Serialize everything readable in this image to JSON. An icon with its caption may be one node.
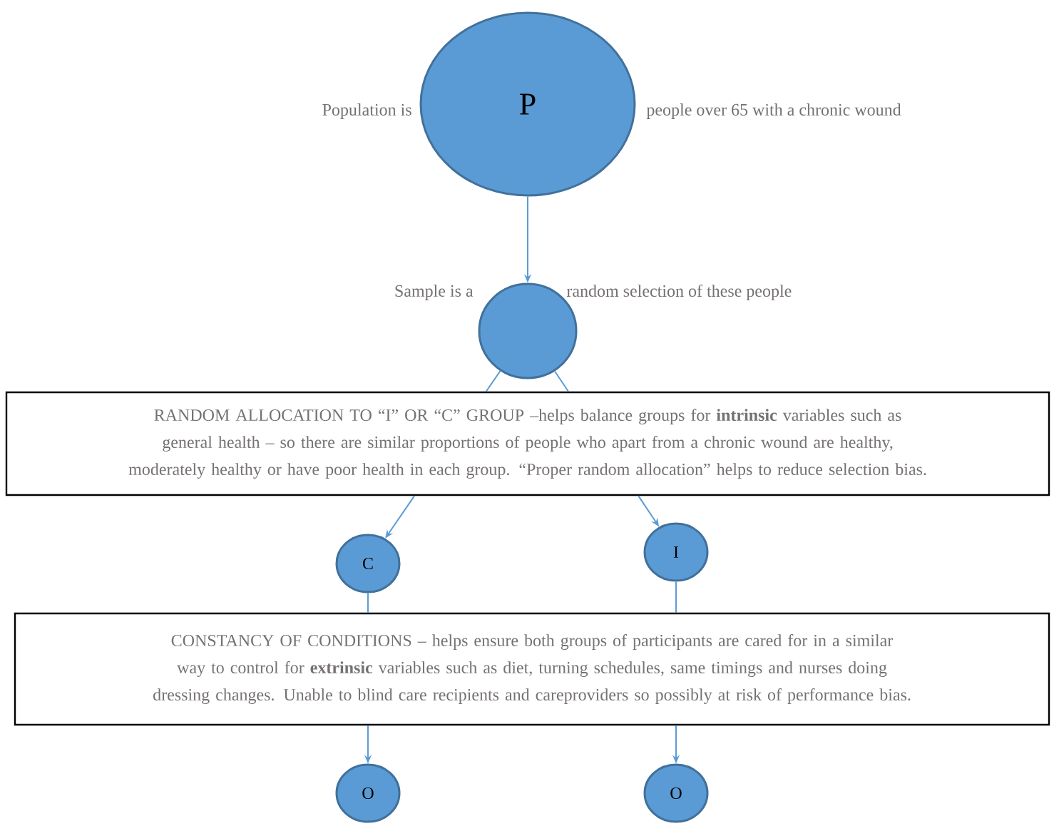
{
  "diagram": {
    "nodes": [
      {
        "text": [
          "P"
        ],
        "beside": [
          "Population is",
          "people over 65 with a chronic wound"
        ]
      },
      {
        "text": [],
        "shape": "circle",
        "beside": [
          "Sample is a",
          "random selection of these people"
        ]
      },
      {
        "text": [
          "RANDOM ALLOCATION TO “I” OR “C” GROUP –helps balance groups for **intrinsic** variables such as general health – so there are similar proportions of people who apart from a chronic wound are healthy, moderately healthy or have poor health in each group. “Proper random allocation” helps to reduce selection bias."
        ]
      },
      {
        "text": [
          "C"
        ]
      },
      {
        "text": [
          "I"
        ]
      },
      {
        "text": [
          "CONSTANCY OF CONDITIONS – helps ensure both groups of participants are cared for in a similar way to control for **extrinsic** variables such as diet, turning schedules, same timings and nurses doing dressing changes. Unable to blind care recipients and careproviders so possibly at risk of performance bias."
        ]
      },
      {
        "text": [
          "O"
        ]
      },
      {
        "text": [
          "O"
        ]
      }
    ],
    "edges": [
      {
        "from": 0,
        "to": 1,
        "arrow": "to"
      },
      {
        "from": 1,
        "to": 2,
        "arrow": "none"
      },
      {
        "from": 1,
        "to": 2,
        "arrow": "none"
      },
      {
        "from": 2,
        "to": 3,
        "arrow": "to"
      },
      {
        "from": 2,
        "to": 4,
        "arrow": "to"
      },
      {
        "from": 3,
        "to": 5,
        "arrow": "none"
      },
      {
        "from": 4,
        "to": 5,
        "arrow": "none"
      },
      {
        "from": 5,
        "to": 6,
        "arrow": "to"
      },
      {
        "from": 5,
        "to": 7,
        "arrow": "to"
      }
    ]
  }
}
